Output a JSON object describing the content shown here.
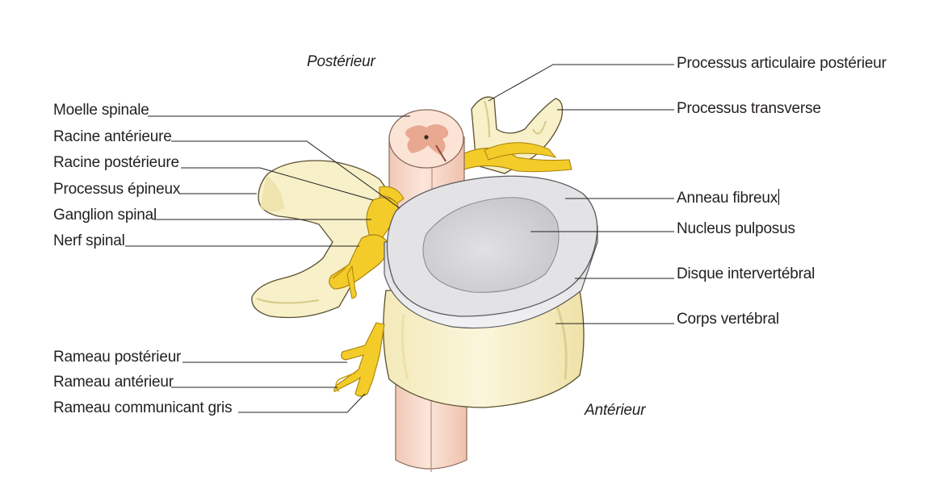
{
  "orientation": {
    "posterior": "Postérieur",
    "anterior": "Antérieur"
  },
  "labels_left": {
    "moelle_spinale": "Moelle spinale",
    "racine_anterieure": "Racine antérieure",
    "racine_posterieure": "Racine postérieure",
    "processus_epineux": "Processus épineux",
    "ganglion_spinal": "Ganglion spinal",
    "nerf_spinal": "Nerf spinal",
    "rameau_posterieur": "Rameau postérieur",
    "rameau_anterieur": "Rameau antérieur",
    "rameau_communicant_gris": "Rameau communicant gris"
  },
  "labels_right": {
    "processus_articulaire_posterieur": "Processus articulaire postérieur",
    "processus_transverse": "Processus transverse",
    "anneau_fibreux": "Anneau fibreux",
    "nucleus_pulposus": "Nucleus pulposus",
    "disque_intervertebral": "Disque intervertébral",
    "corps_vertebral": "Corps vertébral"
  },
  "colors": {
    "bone": "#f7f0c8",
    "bone_shadow": "#e8dc9c",
    "nerve": "#f3cc2a",
    "nerve_dark": "#c99a12",
    "spinal_cord": "#f8dccd",
    "grey_matter": "#e9a890",
    "disc_outer": "#e3e3e5",
    "disc_inner": "#cfcfd2",
    "outline": "#5a5030",
    "leader": "#231f20"
  }
}
